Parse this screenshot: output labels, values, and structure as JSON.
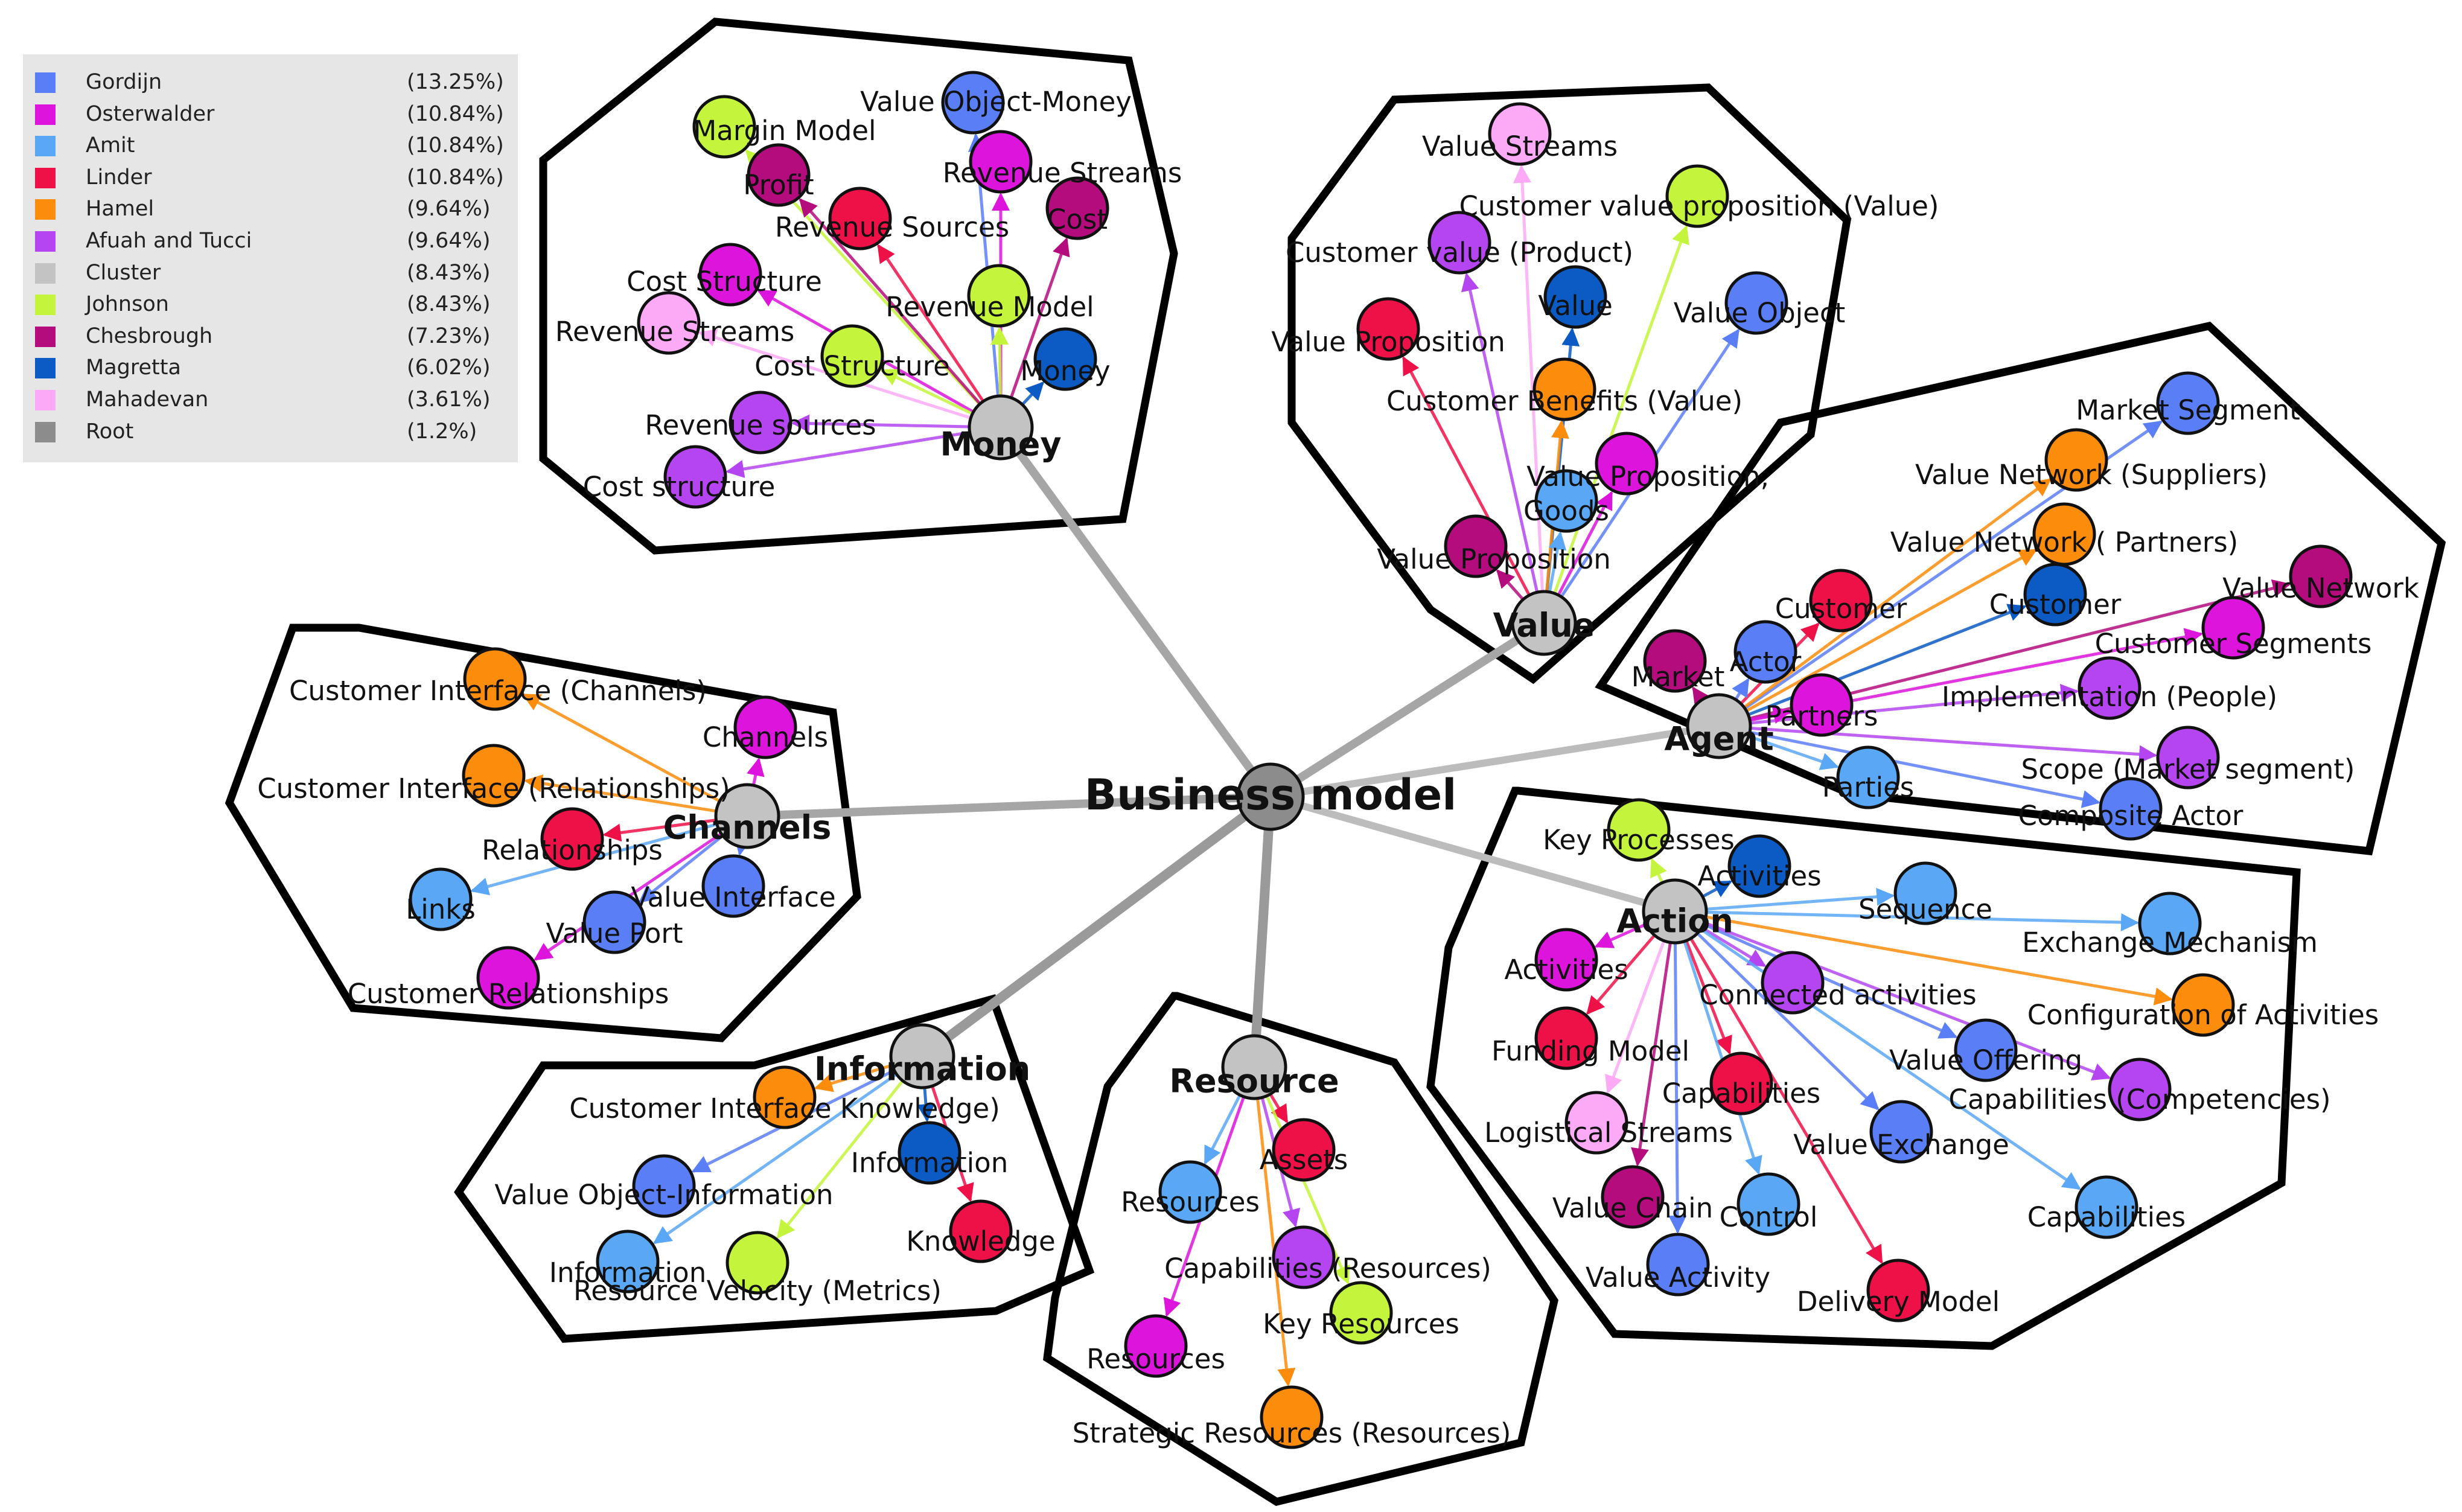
{
  "colors": {
    "Gordijn": "#5a7ef5",
    "Osterwalder": "#dc14dc",
    "Amit": "#59a7f5",
    "Linder": "#ee1148",
    "Hamel": "#fc8c0c",
    "Afuah and Tucci": "#b445f0",
    "Cluster": "#c3c3c3",
    "Johnson": "#c4f53c",
    "Chesbrough": "#b40c7c",
    "Magretta": "#0c5ac4",
    "Mahadevan": "#fcaaf5",
    "Root": "#8c8c8c"
  },
  "legend": [
    {
      "name": "Gordijn",
      "pct": "(13.25%)"
    },
    {
      "name": "Osterwalder",
      "pct": "(10.84%)"
    },
    {
      "name": "Amit",
      "pct": "(10.84%)"
    },
    {
      "name": "Linder",
      "pct": "(10.84%)"
    },
    {
      "name": "Hamel",
      "pct": "(9.64%)"
    },
    {
      "name": "Afuah and Tucci",
      "pct": "(9.64%)"
    },
    {
      "name": "Cluster",
      "pct": "(8.43%)"
    },
    {
      "name": "Johnson",
      "pct": "(8.43%)"
    },
    {
      "name": "Chesbrough",
      "pct": "(7.23%)"
    },
    {
      "name": "Magretta",
      "pct": "(6.02%)"
    },
    {
      "name": "Mahadevan",
      "pct": "(3.61%)"
    },
    {
      "name": "Root",
      "pct": "(1.2%)"
    }
  ],
  "root": {
    "label": "Business model"
  },
  "clusters": [
    {
      "id": "money",
      "label": "Money",
      "nodes": [
        {
          "label": "Value Object-Money",
          "author": "Gordijn"
        },
        {
          "label": "Margin Model",
          "author": "Johnson"
        },
        {
          "label": "Profit",
          "author": "Chesbrough"
        },
        {
          "label": "Revenue Streams",
          "author": "Osterwalder"
        },
        {
          "label": "Revenue Sources",
          "author": "Linder"
        },
        {
          "label": "Cost",
          "author": "Chesbrough"
        },
        {
          "label": "Cost Structure",
          "author": "Osterwalder"
        },
        {
          "label": "Revenue Model",
          "author": "Johnson"
        },
        {
          "label": "Revenue Streams",
          "author": "Mahadevan"
        },
        {
          "label": "Cost Structure",
          "author": "Johnson"
        },
        {
          "label": "Money",
          "author": "Magretta"
        },
        {
          "label": "Revenue sources",
          "author": "Afuah and Tucci"
        },
        {
          "label": "Cost structure",
          "author": "Afuah and Tucci"
        }
      ]
    },
    {
      "id": "value",
      "label": "Value",
      "nodes": [
        {
          "label": "Value Streams",
          "author": "Mahadevan"
        },
        {
          "label": "Customer value proposition (Value)",
          "author": "Johnson"
        },
        {
          "label": "Customer value (Product)",
          "author": "Afuah and Tucci"
        },
        {
          "label": "Value",
          "author": "Magretta"
        },
        {
          "label": "Value Object",
          "author": "Gordijn"
        },
        {
          "label": "Value Proposition",
          "author": "Linder"
        },
        {
          "label": "Customer Benefits (Value)",
          "author": "Hamel"
        },
        {
          "label": "Value Proposition,",
          "author": "Osterwalder"
        },
        {
          "label": "Goods",
          "author": "Amit"
        },
        {
          "label": "Value Proposition",
          "author": "Chesbrough"
        }
      ]
    },
    {
      "id": "agent",
      "label": "Agent",
      "nodes": [
        {
          "label": "Market Segment",
          "author": "Gordijn"
        },
        {
          "label": "Value Network (Suppliers)",
          "author": "Hamel"
        },
        {
          "label": "Value Network ( Partners)",
          "author": "Hamel"
        },
        {
          "label": "Value Network",
          "author": "Chesbrough"
        },
        {
          "label": "Customer",
          "author": "Linder"
        },
        {
          "label": "Customer",
          "author": "Magretta"
        },
        {
          "label": "Customer Segments",
          "author": "Osterwalder"
        },
        {
          "label": "Market",
          "author": "Chesbrough"
        },
        {
          "label": "Actor",
          "author": "Gordijn"
        },
        {
          "label": "Implementation (People)",
          "author": "Afuah and Tucci"
        },
        {
          "label": "Partners",
          "author": "Osterwalder"
        },
        {
          "label": "Scope (Market segment)",
          "author": "Afuah and Tucci"
        },
        {
          "label": "Parties",
          "author": "Amit"
        },
        {
          "label": "Composite Actor",
          "author": "Gordijn"
        }
      ]
    },
    {
      "id": "channels",
      "label": "Channels",
      "nodes": [
        {
          "label": "Customer Interface (Channels)",
          "author": "Hamel"
        },
        {
          "label": "Channels",
          "author": "Osterwalder"
        },
        {
          "label": "Customer Interface (Relationships)",
          "author": "Hamel"
        },
        {
          "label": "Relationships",
          "author": "Linder"
        },
        {
          "label": "Links",
          "author": "Amit"
        },
        {
          "label": "Value Interface",
          "author": "Gordijn"
        },
        {
          "label": "Value Port",
          "author": "Gordijn"
        },
        {
          "label": "Customer Relationships",
          "author": "Osterwalder"
        }
      ]
    },
    {
      "id": "action",
      "label": "Action",
      "nodes": [
        {
          "label": "Key Processes",
          "author": "Johnson"
        },
        {
          "label": "Activities",
          "author": "Magretta"
        },
        {
          "label": "Sequence",
          "author": "Amit"
        },
        {
          "label": "Exchange Mechanism",
          "author": "Amit"
        },
        {
          "label": "Activities",
          "author": "Osterwalder"
        },
        {
          "label": "Connected activities",
          "author": "Afuah and Tucci"
        },
        {
          "label": "Configuration of Activities",
          "author": "Hamel"
        },
        {
          "label": "Funding Model",
          "author": "Linder"
        },
        {
          "label": "Value Offering",
          "author": "Gordijn"
        },
        {
          "label": "Capabilities (Competencies)",
          "author": "Afuah and Tucci"
        },
        {
          "label": "Capabilities",
          "author": "Linder"
        },
        {
          "label": "Logistical Streams",
          "author": "Mahadevan"
        },
        {
          "label": "Value Exchange",
          "author": "Gordijn"
        },
        {
          "label": "Value Chain",
          "author": "Chesbrough"
        },
        {
          "label": "Control",
          "author": "Amit"
        },
        {
          "label": "Capabilities",
          "author": "Amit"
        },
        {
          "label": "Value Activity",
          "author": "Gordijn"
        },
        {
          "label": "Delivery Model",
          "author": "Linder"
        }
      ]
    },
    {
      "id": "resource",
      "label": "Resource",
      "nodes": [
        {
          "label": "Assets",
          "author": "Linder"
        },
        {
          "label": "Resources",
          "author": "Amit"
        },
        {
          "label": "Capabilities (Resources)",
          "author": "Afuah and Tucci"
        },
        {
          "label": "Key Resources",
          "author": "Johnson"
        },
        {
          "label": "Resources",
          "author": "Osterwalder"
        },
        {
          "label": "Strategic Resources (Resources)",
          "author": "Hamel"
        }
      ]
    },
    {
      "id": "information",
      "label": "Information",
      "nodes": [
        {
          "label": "Customer Interface Knowledge)",
          "author": "Hamel"
        },
        {
          "label": "Information",
          "author": "Magretta"
        },
        {
          "label": "Value Object-Information",
          "author": "Gordijn"
        },
        {
          "label": "Knowledge",
          "author": "Linder"
        },
        {
          "label": "Information",
          "author": "Amit"
        },
        {
          "label": "Resource Velocity (Metrics)",
          "author": "Johnson"
        }
      ]
    }
  ]
}
